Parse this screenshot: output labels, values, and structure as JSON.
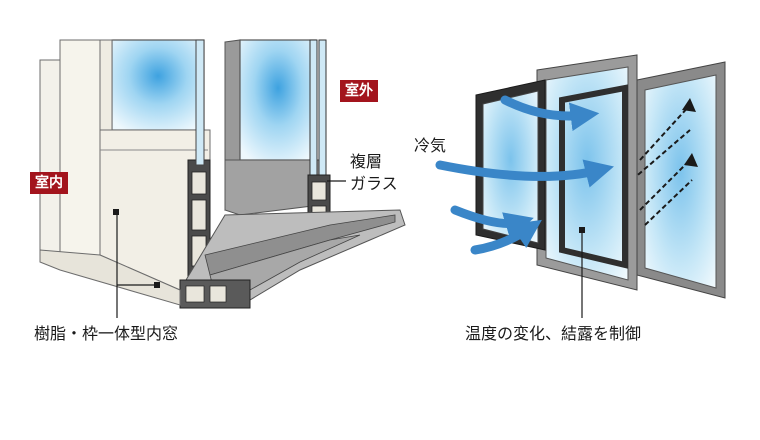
{
  "labels": {
    "outdoor": "室外",
    "indoor": "室内",
    "multilayer_glass": [
      "複層",
      "ガラス"
    ],
    "cold_air": "冷気",
    "resin_frame_window": "樹脂・枠一体型内窓",
    "control_text": "温度の変化、結露を制御"
  },
  "colors": {
    "tag_bg": "#a3141d",
    "arrow_blue": "#3a86c8",
    "glass_blue": "#bfe4f5",
    "frame_dark": "#3b3b3b",
    "frame_gray": "#8a8a8a",
    "inner_frame": "#efece2"
  }
}
